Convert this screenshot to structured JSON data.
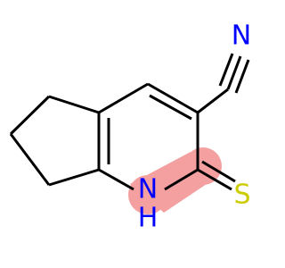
{
  "molecule": {
    "atoms": {
      "nitrile_n": {
        "symbol": "N",
        "color": "#0000ff"
      },
      "ring_nh": {
        "symbol": "N",
        "hydrogen": "H",
        "color": "#0000ff"
      },
      "thione_s": {
        "symbol": "S",
        "color": "#cccc00"
      }
    },
    "highlight_color": "#f4a0a0",
    "bond_color": "#000000"
  }
}
